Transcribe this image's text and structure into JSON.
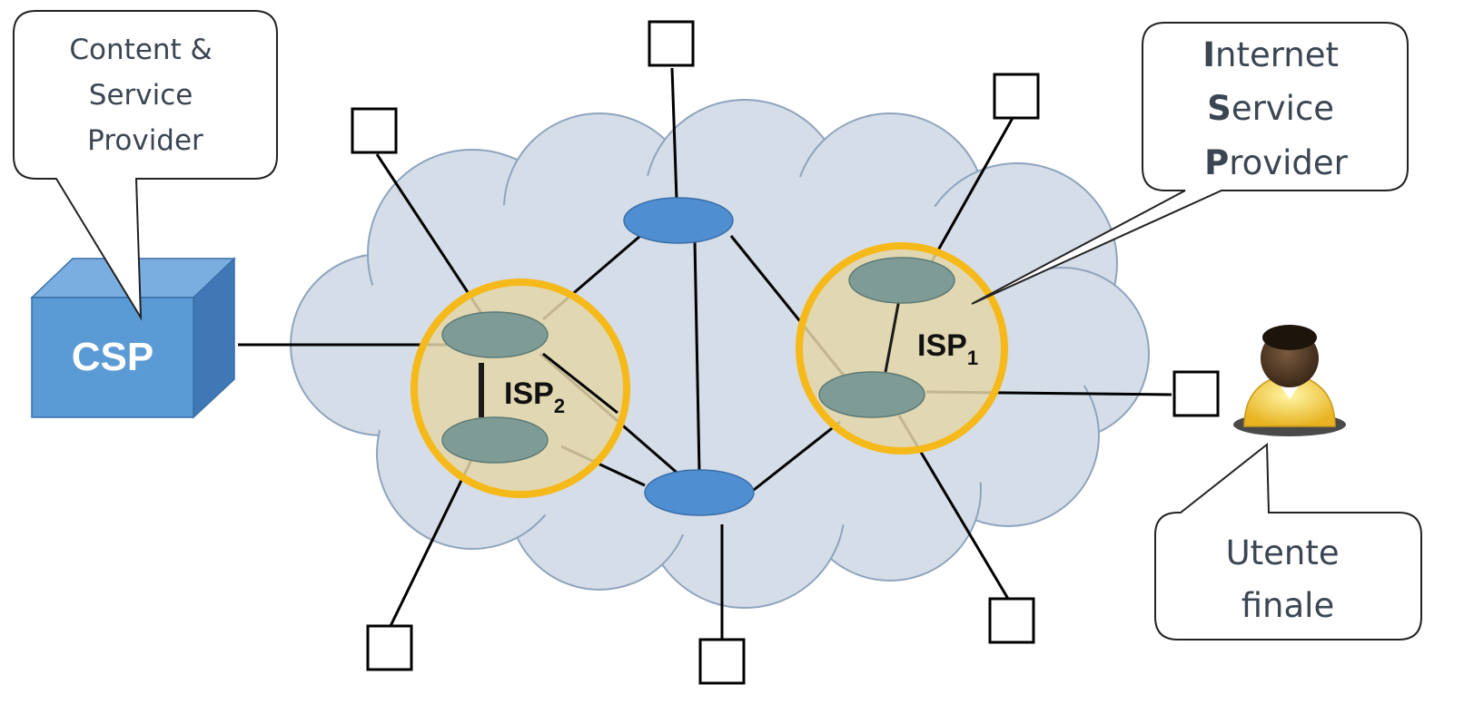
{
  "callouts": {
    "csp": {
      "lines": [
        "Content &",
        "Service",
        "Provider"
      ]
    },
    "isp": {
      "lines": [
        {
          "bold": "I",
          "rest": "nternet"
        },
        {
          "bold": "S",
          "rest": "ervice"
        },
        {
          "bold": "P",
          "rest": "rovider"
        }
      ]
    },
    "user": {
      "lines": [
        "Utente",
        "finale"
      ]
    }
  },
  "csp_box": {
    "label": "CSP"
  },
  "isp1": {
    "label": "ISP",
    "subscript": "1"
  },
  "isp2": {
    "label": "ISP",
    "subscript": "2"
  },
  "colors": {
    "cloud_fill": "#d5dde8",
    "cloud_stroke": "#8fa4bd",
    "csp_blue": "#5b9bd5",
    "isp_ring": "#f6b91a",
    "isp_fill": "#e3d6a8",
    "isp_router": "#7e9b96",
    "core_router": "#4f8ed1"
  }
}
